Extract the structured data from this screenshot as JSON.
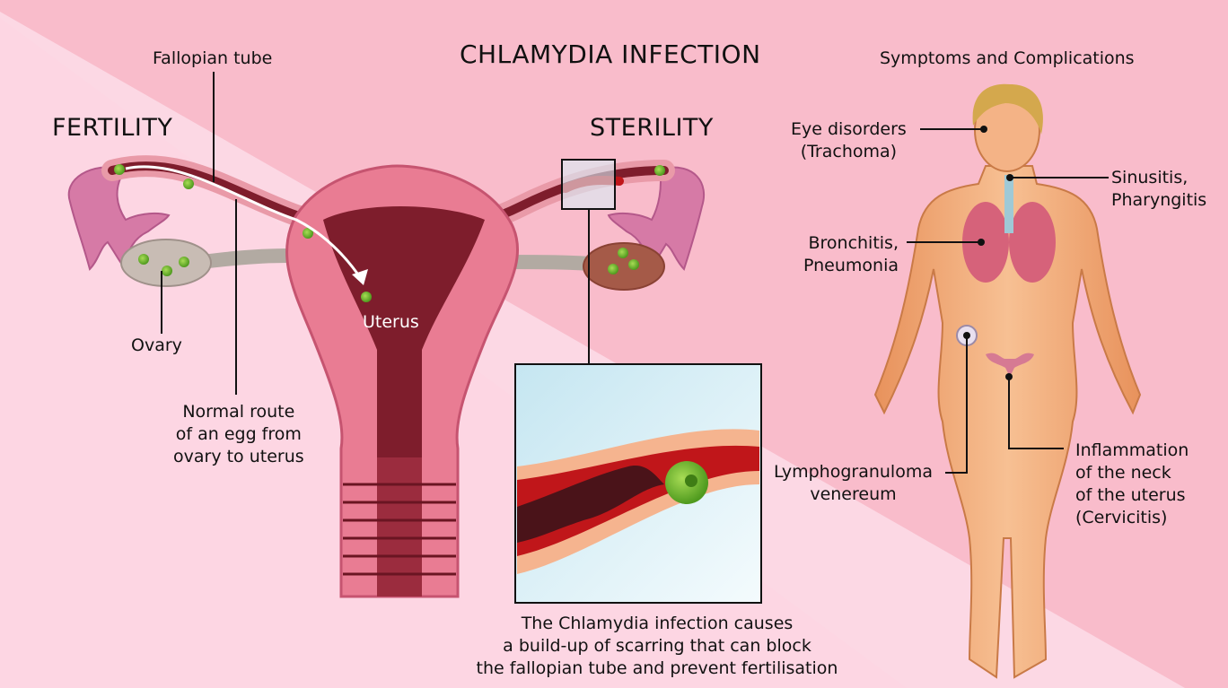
{
  "title": "CHLAMYDIA INFECTION",
  "subtitle": "Symptoms and Complications",
  "left": {
    "fertility": "FERTILITY",
    "sterility": "STERILITY",
    "fallopian_tube": "Fallopian tube",
    "ovary": "Ovary",
    "uterus": "Uterus",
    "normal_route": "Normal route\nof an egg from\novary to uterus"
  },
  "caption": "The Chlamydia infection causes\na build-up of scarring that can block\nthe fallopian tube and prevent fertilisation",
  "right": {
    "eye": "Eye disorders\n(Trachoma)",
    "sinusitis": "Sinusitis,\nPharyngitis",
    "bronchitis": "Bronchitis,\nPneumonia",
    "lympho": "Lymphogranuloma\nvenereum",
    "cervicitis": "Inflammation\nof the neck\nof the uterus\n(Cervicitis)"
  },
  "colors": {
    "bg_light": "#fcd8e4",
    "bg_dark": "#f9bccb",
    "skin": "#f2aa78",
    "uterus_outer": "#e97c93",
    "uterus_inner": "#7e1d2c",
    "egg": "#7fbf3a",
    "blood": "#c0161a",
    "inset_bg": "#d4edf4"
  }
}
